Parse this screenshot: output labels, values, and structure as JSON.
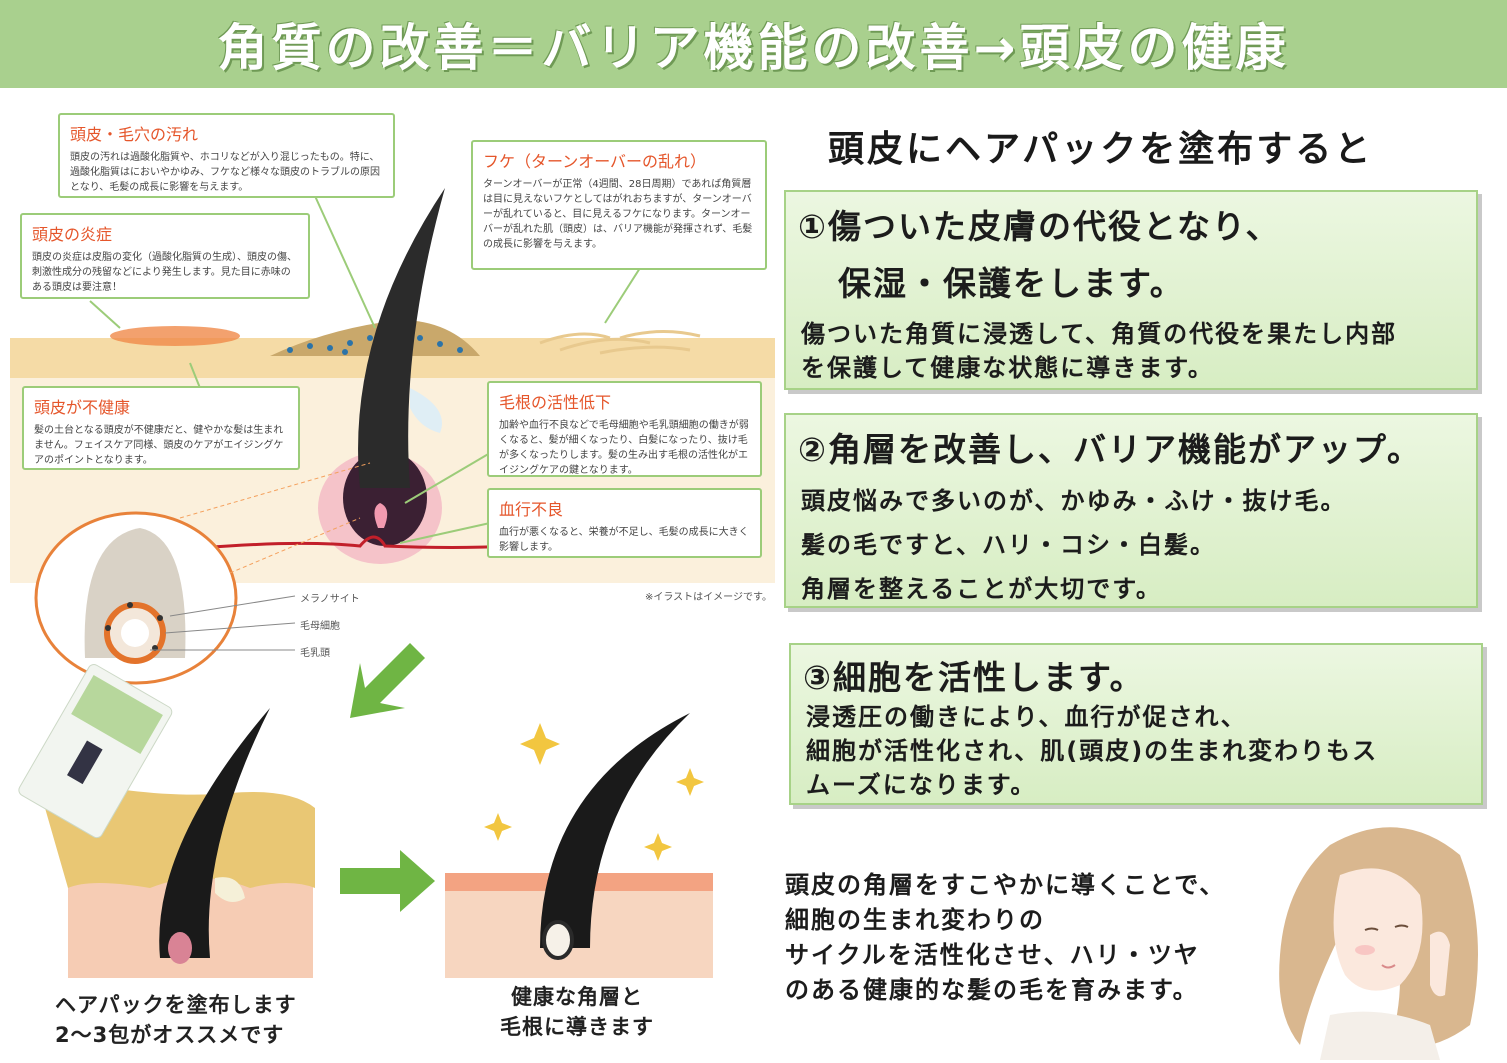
{
  "header": {
    "title": "角質の改善＝バリア機能の改善→頭皮の健康"
  },
  "callouts": {
    "dirt": {
      "title": "頭皮・毛穴の汚れ",
      "body": "頭皮の汚れは過酸化脂質や、ホコリなどが入り混じったもの。特に、過酸化脂質はにおいやかゆみ、フケなど様々な頭皮のトラブルの原因となり、毛髪の成長に影響を与えます。"
    },
    "inflammation": {
      "title": "頭皮の炎症",
      "body": "頭皮の炎症は皮脂の変化（過酸化脂質の生成）、頭皮の傷、刺激性成分の残留などにより発生します。見た目に赤味のある頭皮は要注意！"
    },
    "dandruff": {
      "title": "フケ（ターンオーバーの乱れ）",
      "body": "ターンオーバーが正常（4週間、28日周期）であれば角質層は目に見えないフケとしてはがれおちますが、ターンオーバーが乱れていると、目に見えるフケになります。ターンオーバーが乱れた肌（頭皮）は、バリア機能が発揮されず、毛髪の成長に影響を与えます。"
    },
    "unhealthy": {
      "title": "頭皮が不健康",
      "body": "髪の土台となる頭皮が不健康だと、健やかな髪は生まれません。フェイスケア同様、頭皮のケアがエイジングケアのポイントとなります。"
    },
    "root": {
      "title": "毛根の活性低下",
      "body": "加齢や血行不良などで毛母細胞や毛乳頭細胞の働きが弱くなると、髪が細くなったり、白髪になったり、抜け毛が多くなったりします。髪の生み出す毛根の活性化がエイジングケアの鍵となります。"
    },
    "blood": {
      "title": "血行不良",
      "body": "血行が悪くなると、栄養が不足し、毛髪の成長に大きく影響します。"
    }
  },
  "labels": {
    "note": "※イラストはイメージです。",
    "melanocyte": "メラノサイト",
    "matrix": "毛母細胞",
    "papilla": "毛乳頭"
  },
  "captions": {
    "apply_line1": "ヘアパックを塗布します",
    "apply_line2": "2～3包がオススメです",
    "result_line1": "健康な角層と",
    "result_line2": "毛根に導きます"
  },
  "right": {
    "lead": "頭皮にヘアパックを塗布すると",
    "box1": {
      "title_line1": "①傷ついた皮膚の代役となり、",
      "title_line2": "保湿・保護をします。",
      "text_line1": "傷ついた角質に浸透して、角質の代役を果たし内部",
      "text_line2": "を保護して健康な状態に導きます。"
    },
    "box2": {
      "title": "②角層を改善し、バリア機能がアップ。",
      "text_line1": "頭皮悩みで多いのが、かゆみ・ふけ・抜け毛。",
      "text_line2": "髪の毛ですと、ハリ・コシ・白髪。",
      "text_line3": "角層を整えることが大切です。"
    },
    "box3": {
      "title": "③細胞を活性します。",
      "text_line1": "浸透圧の働きにより、血行が促され、",
      "text_line2": "細胞が活性化され、肌(頭皮)の生まれ変わりもス",
      "text_line3": "ムーズになります。"
    },
    "closing": {
      "line1": "頭皮の角層をすこやかに導くことで、",
      "line2": "細胞の生まれ変わりの",
      "line3": "サイクルを活性化させ、ハリ・ツヤ",
      "line4": "のある健康的な髪の毛を育みます。"
    }
  },
  "colors": {
    "header_bg": "#a9d08e",
    "box_border": "#a7d287",
    "callout_title": "#e5562b",
    "arrow": "#6fb544"
  }
}
